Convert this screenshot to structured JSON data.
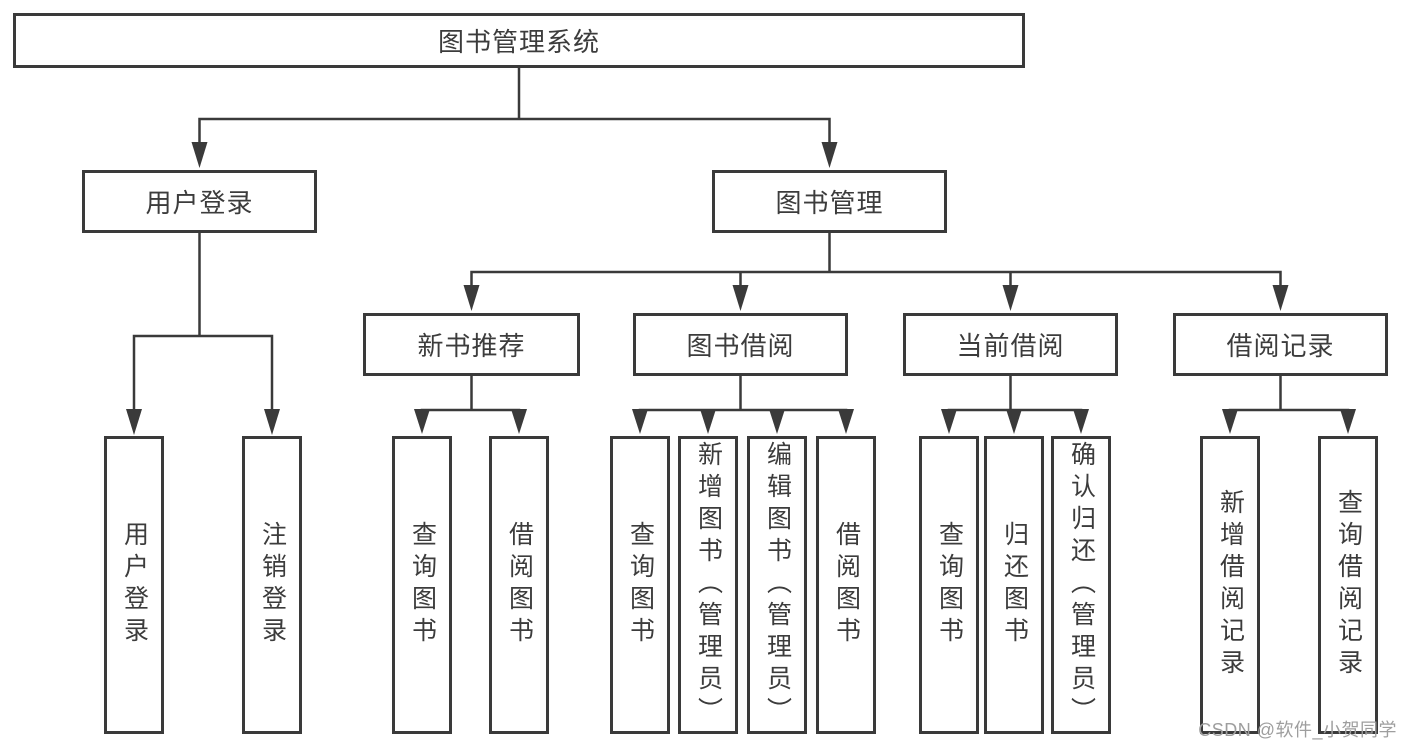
{
  "tree": {
    "root": {
      "label": "图书管理系统"
    },
    "branches": [
      {
        "label": "用户登录",
        "children": [
          {
            "label": "用户登录"
          },
          {
            "label": "注销登录"
          }
        ]
      },
      {
        "label": "图书管理",
        "children": [
          {
            "label": "新书推荐",
            "children": [
              {
                "label": "查询图书"
              },
              {
                "label": "借阅图书"
              }
            ]
          },
          {
            "label": "图书借阅",
            "children": [
              {
                "label": "查询图书"
              },
              {
                "label": "新增图书（管理员）"
              },
              {
                "label": "编辑图书（管理员）"
              },
              {
                "label": "借阅图书"
              }
            ]
          },
          {
            "label": "当前借阅",
            "children": [
              {
                "label": "查询图书"
              },
              {
                "label": "归还图书"
              },
              {
                "label": "确认归还（管理员）"
              }
            ]
          },
          {
            "label": "借阅记录",
            "children": [
              {
                "label": "新增借阅记录"
              },
              {
                "label": "查询借阅记录"
              }
            ]
          }
        ]
      }
    ]
  },
  "watermark": {
    "text": "CSDN @软件_小贺同学"
  },
  "colors": {
    "line": "#3a3a3a",
    "box_border": "#3a3a3a",
    "box_fill": "#ffffff",
    "text": "#3c3c3c",
    "watermark": "#9e9e9e"
  }
}
